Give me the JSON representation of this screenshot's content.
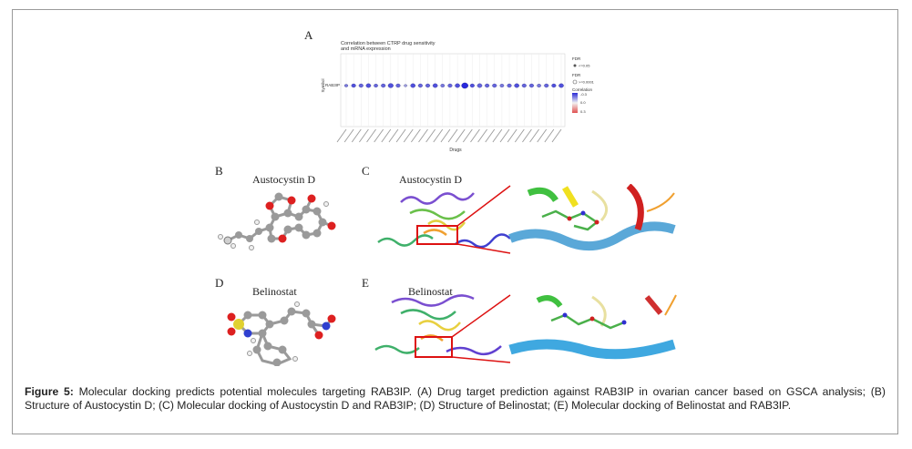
{
  "panels": {
    "a": {
      "label": "A"
    },
    "b": {
      "label": "B",
      "title": "Austocystin D"
    },
    "c": {
      "label": "C",
      "title": "Austocystin D"
    },
    "d": {
      "label": "D",
      "title": "Belinostat"
    },
    "e": {
      "label": "E",
      "title": "Belinostat"
    }
  },
  "caption": {
    "figure_label": "Figure 5:",
    "text": " Molecular docking predicts potential molecules targeting RAB3IP. (A) Drug target prediction against RAB3IP in ovarian cancer based on GSCA analysis; (B) Structure of Austocystin D; (C) Molecular docking of Austocystin D and RAB3IP; (D) Structure of Belinostat; (E) Molecular docking of Belinostat and RAB3IP."
  },
  "chart_data": {
    "type": "scatter",
    "title": "Correlation between CTRP drug sensitivity and mRNA expression",
    "xlabel": "Drugs",
    "ylabel": "Symbol",
    "categories_y": [
      "RAB3IP"
    ],
    "n_drugs": 30,
    "point_scale": [
      0.7,
      0.9,
      0.9,
      1.0,
      0.8,
      0.9,
      1.1,
      0.9,
      0.6,
      1.0,
      0.9,
      0.9,
      1.0,
      0.8,
      0.9,
      1.0,
      1.4,
      0.9,
      1.0,
      0.9,
      0.9,
      0.8,
      0.9,
      1.0,
      0.9,
      0.9,
      0.8,
      0.9,
      0.9,
      1.0
    ],
    "point_color": [
      0.6,
      0.8,
      0.7,
      0.8,
      0.7,
      0.7,
      0.8,
      0.7,
      0.4,
      0.8,
      0.7,
      0.7,
      0.8,
      0.6,
      0.7,
      0.8,
      1.0,
      0.8,
      0.7,
      0.7,
      0.7,
      0.6,
      0.7,
      0.8,
      0.7,
      0.7,
      0.6,
      0.7,
      0.8,
      0.8
    ],
    "legend": {
      "fdr_title": "FDR",
      "fdr_1": "<=0.05",
      "fdr2_title": "FDR",
      "fdr_2": ">=0.0001",
      "corr_title": "Correlation",
      "corr_ticks": [
        "-0.3",
        "0.0",
        "0.3"
      ]
    },
    "colors": {
      "negative": "#2b2bd6",
      "zero": "#f2f2f2",
      "positive": "#e05050"
    }
  }
}
